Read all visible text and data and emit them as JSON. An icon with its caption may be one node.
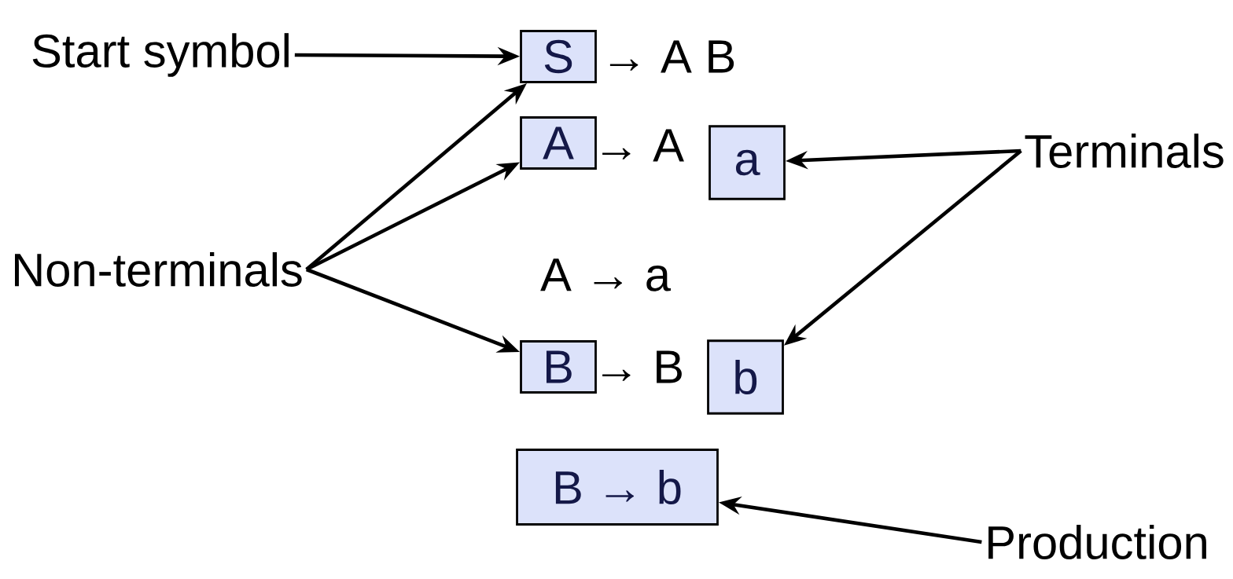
{
  "diagram": {
    "nodes": [
      {
        "text": [
          "Start symbol"
        ]
      },
      {
        "text": [
          "S"
        ]
      },
      {
        "text": [
          "A"
        ]
      },
      {
        "text": [
          "a"
        ]
      },
      {
        "text": [
          "Terminals"
        ]
      },
      {
        "text": [
          "Non-terminals"
        ]
      },
      {
        "text": [
          "B"
        ]
      },
      {
        "text": [
          "b"
        ]
      },
      {
        "text": [
          "B → b"
        ]
      },
      {
        "text": [
          "Production"
        ]
      }
    ],
    "edges": [
      {
        "from": 0,
        "to": 1,
        "arrow": "to"
      },
      {
        "from": 5,
        "to": 1,
        "arrow": "to"
      },
      {
        "from": 5,
        "to": 2,
        "arrow": "to"
      },
      {
        "from": 5,
        "to": 6,
        "arrow": "to"
      },
      {
        "from": 4,
        "to": 3,
        "arrow": "to"
      },
      {
        "from": 4,
        "to": 7,
        "arrow": "to"
      },
      {
        "from": 9,
        "to": 8,
        "arrow": "to"
      }
    ],
    "labels": [
      "→ A B",
      "→ A",
      "A → a",
      "→ B"
    ]
  }
}
